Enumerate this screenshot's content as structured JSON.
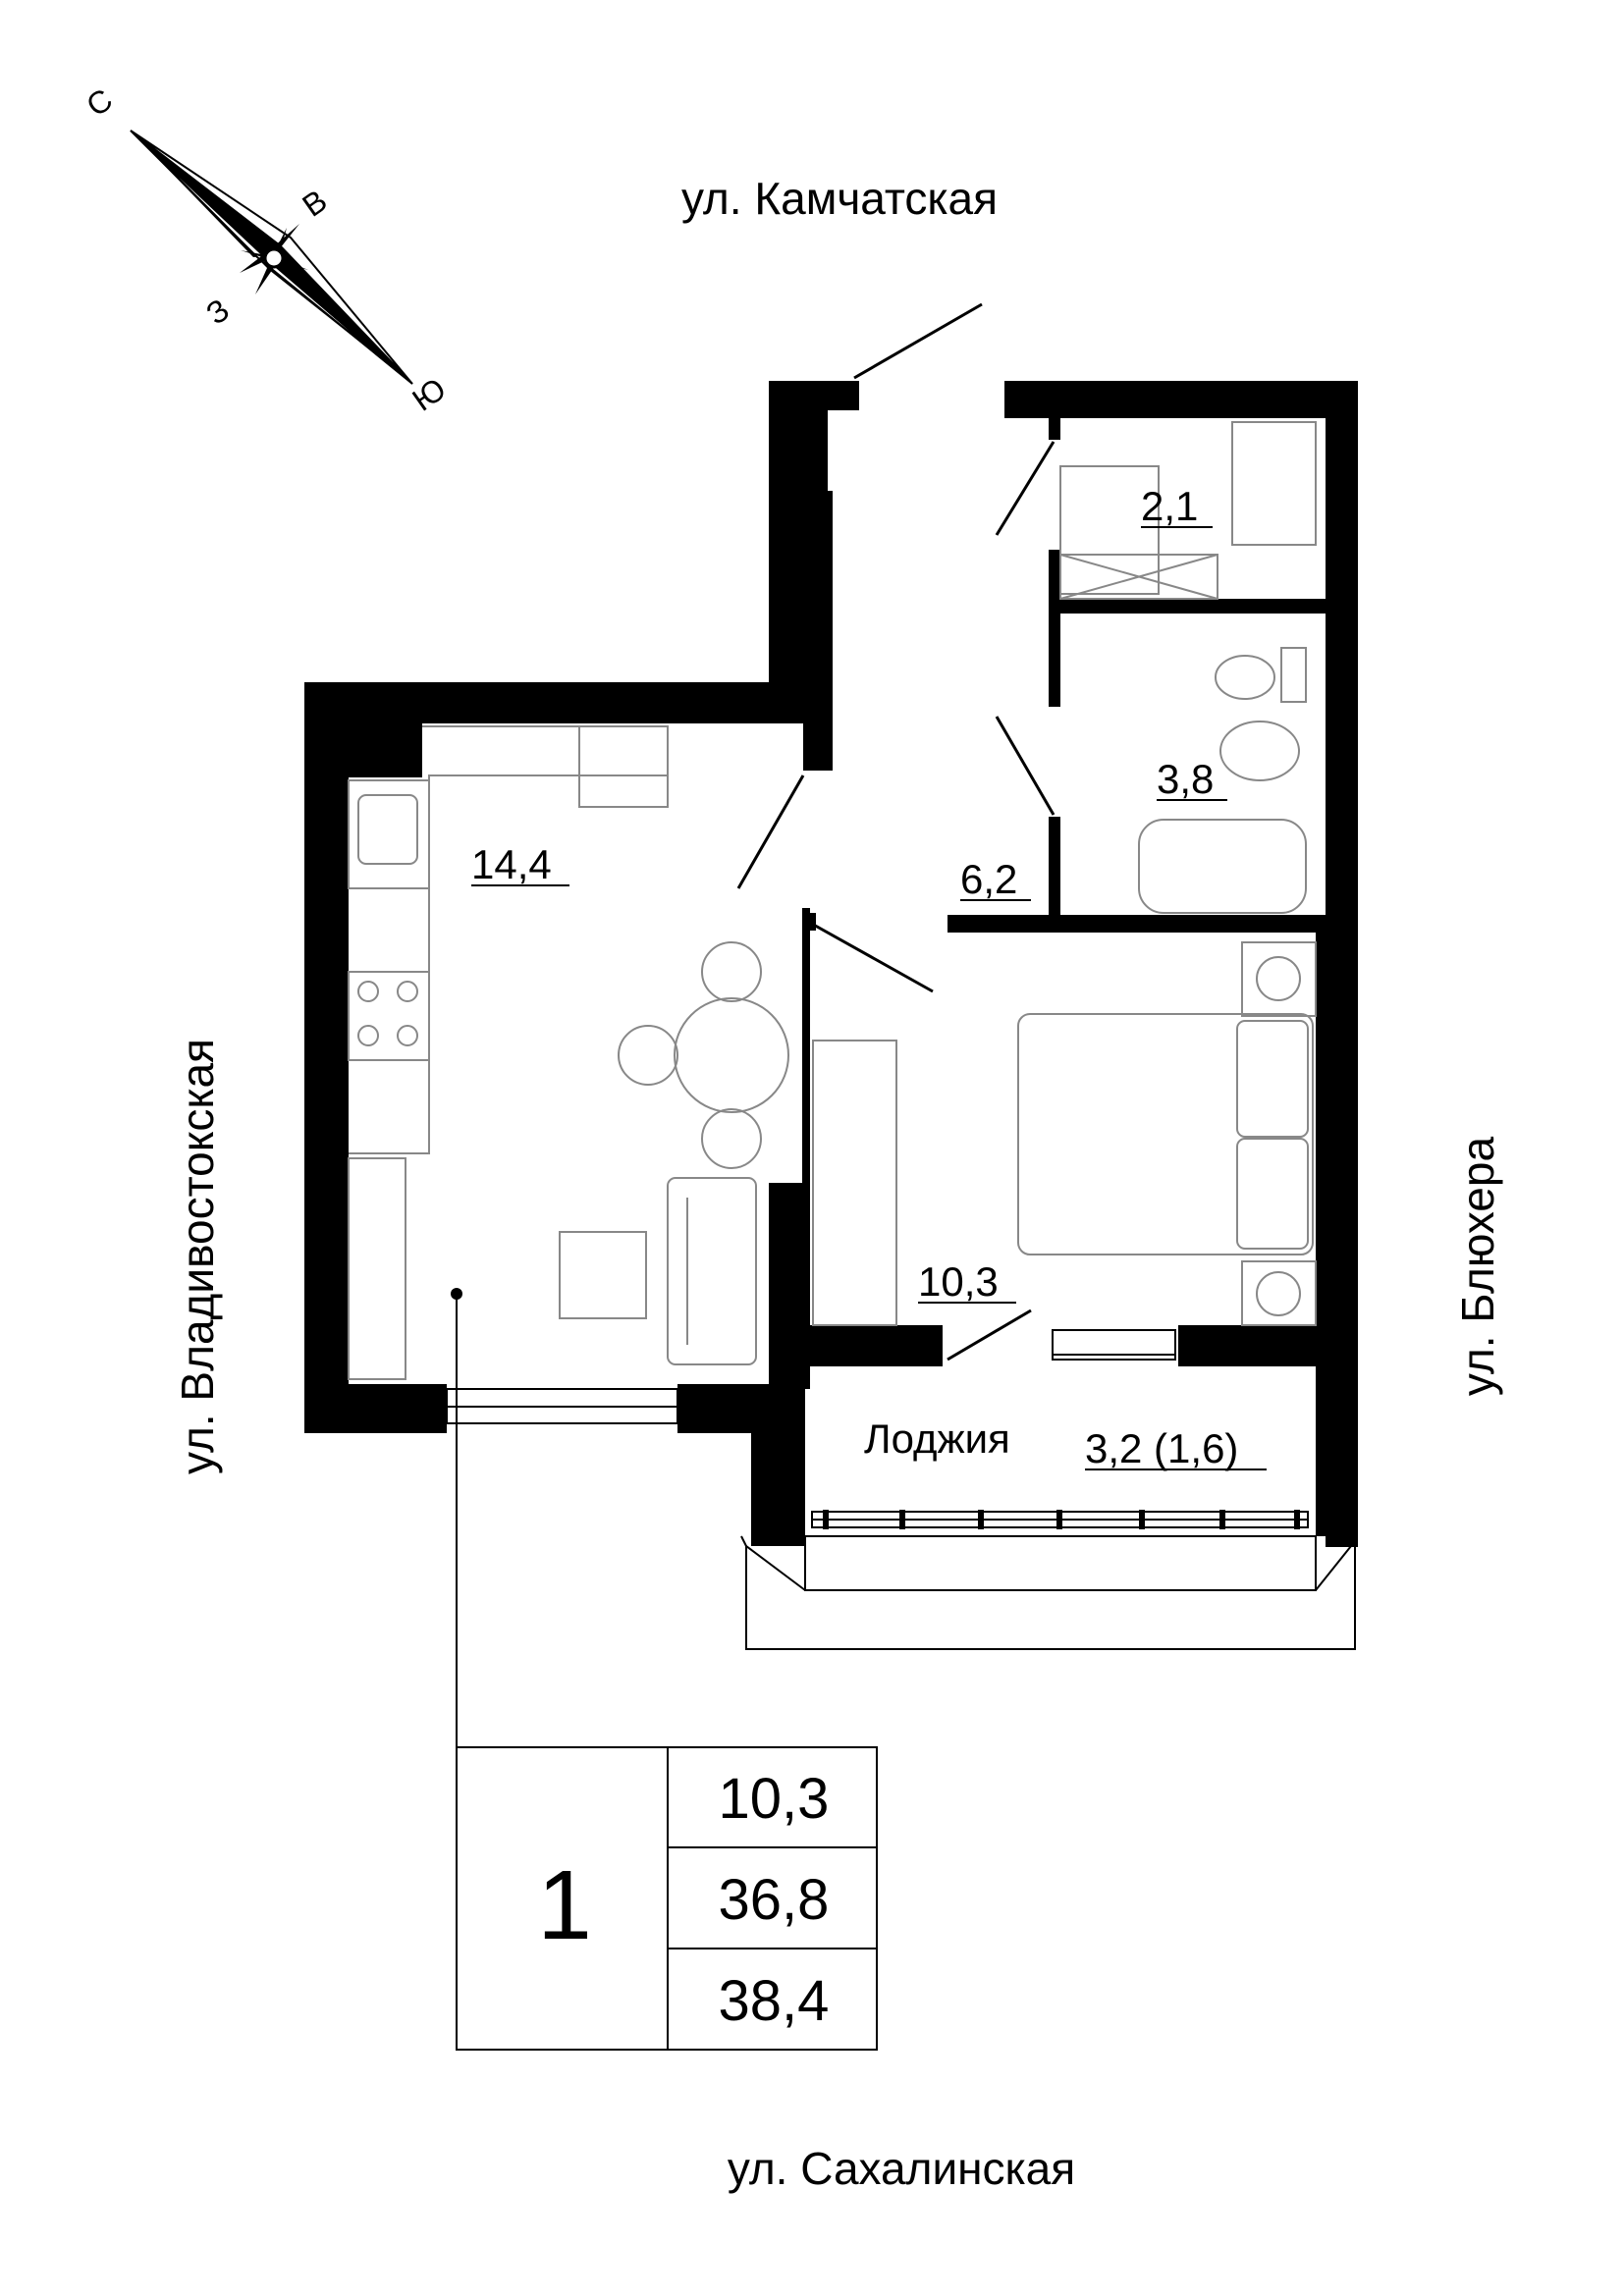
{
  "streets": {
    "north": "ул. Камчатская",
    "south": "ул. Сахалинская",
    "west": "ул. Владивостокская",
    "east": "ул. Блюхера"
  },
  "compass": {
    "n": "С",
    "e": "В",
    "w": "З",
    "s": "Ю"
  },
  "rooms": {
    "kitchen_living": "14,4",
    "hall": "6,2",
    "wardrobe": "2,1",
    "bathroom": "3,8",
    "bedroom": "10,3",
    "loggia_label": "Лоджия",
    "loggia_area": "3,2 (1,6)"
  },
  "summary": {
    "rooms_count": "1",
    "living_area": "10,3",
    "total_area": "36,8",
    "total_with_loggia": "38,4"
  }
}
